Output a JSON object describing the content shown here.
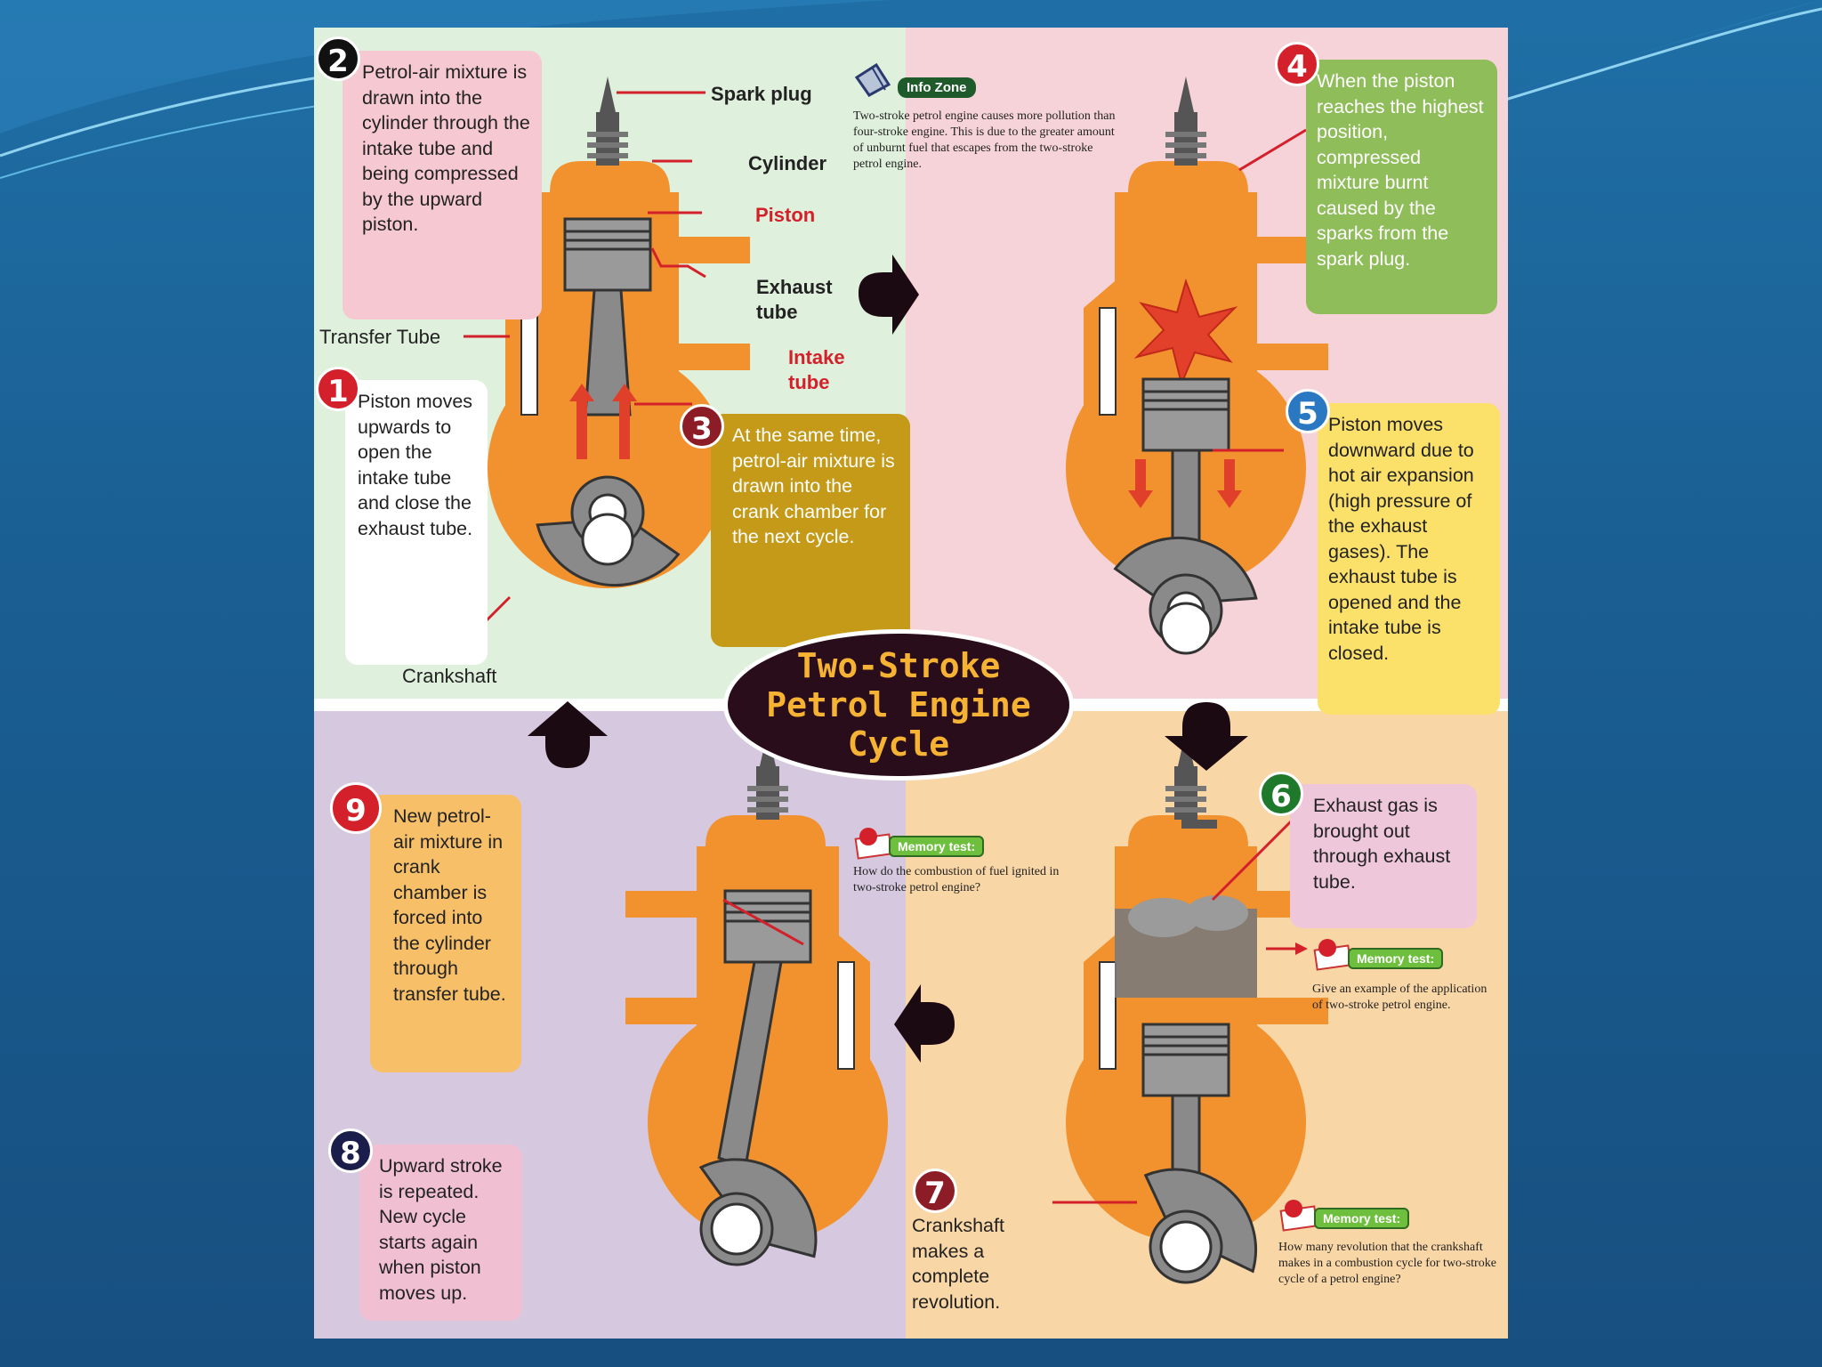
{
  "colors": {
    "engine": "#f2922e",
    "metal": "#8e8e8e",
    "background": "#1a5f93",
    "arrow": "#1c0a12",
    "title_oval": "#2a0d1a",
    "title_text": "#f5b233"
  },
  "title": "Two-Stroke\nPetrol Engine\nCycle",
  "labels": {
    "spark_plug": "Spark plug",
    "cylinder": "Cylinder",
    "piston": "Piston",
    "exhaust_tube": "Exhaust\ntube",
    "intake_tube": "Intake\ntube",
    "transfer_tube": "Transfer Tube",
    "crankshaft": "Crankshaft"
  },
  "info_zone": {
    "title": "Info Zone",
    "text": "Two-stroke petrol engine causes more pollution than four-stroke engine. This is due to the greater amount of unburnt fuel that escapes from the two-stroke petrol engine."
  },
  "steps": [
    {
      "number": "1",
      "text": "Piston moves upwards to open the intake tube and close the exhaust tube."
    },
    {
      "number": "2",
      "text": "Petrol-air mixture is drawn into the cylinder through the intake tube and being compressed by the upward piston."
    },
    {
      "number": "3",
      "text": "At the same time, petrol-air mixture is drawn into the crank chamber for the next cycle."
    },
    {
      "number": "4",
      "text": "When the piston reaches the highest position, compressed mixture burnt caused by the sparks from the spark plug."
    },
    {
      "number": "5",
      "text": "Piston moves downward due to hot air expansion (high pressure of the exhaust gases). The exhaust tube is opened and the intake tube is closed."
    },
    {
      "number": "6",
      "text": "Exhaust gas is brought out through exhaust tube."
    },
    {
      "number": "7",
      "text": "Crankshaft makes a complete revolution."
    },
    {
      "number": "8",
      "text": "Upward stroke is repeated. New cycle starts again when piston moves up."
    },
    {
      "number": "9",
      "text": "New petrol-air mixture in crank chamber is forced into the cylinder through transfer tube."
    }
  ],
  "memory_tests": [
    {
      "tag": "Memory test:",
      "text": "How do the combustion of fuel ignited in two-stroke petrol engine?"
    },
    {
      "tag": "Memory test:",
      "text": "Give an example of the application of two-stroke petrol engine."
    },
    {
      "tag": "Memory test:",
      "text": "How many revolution that the crankshaft makes in a combustion cycle  for two-stroke cycle of a petrol engine?"
    }
  ]
}
